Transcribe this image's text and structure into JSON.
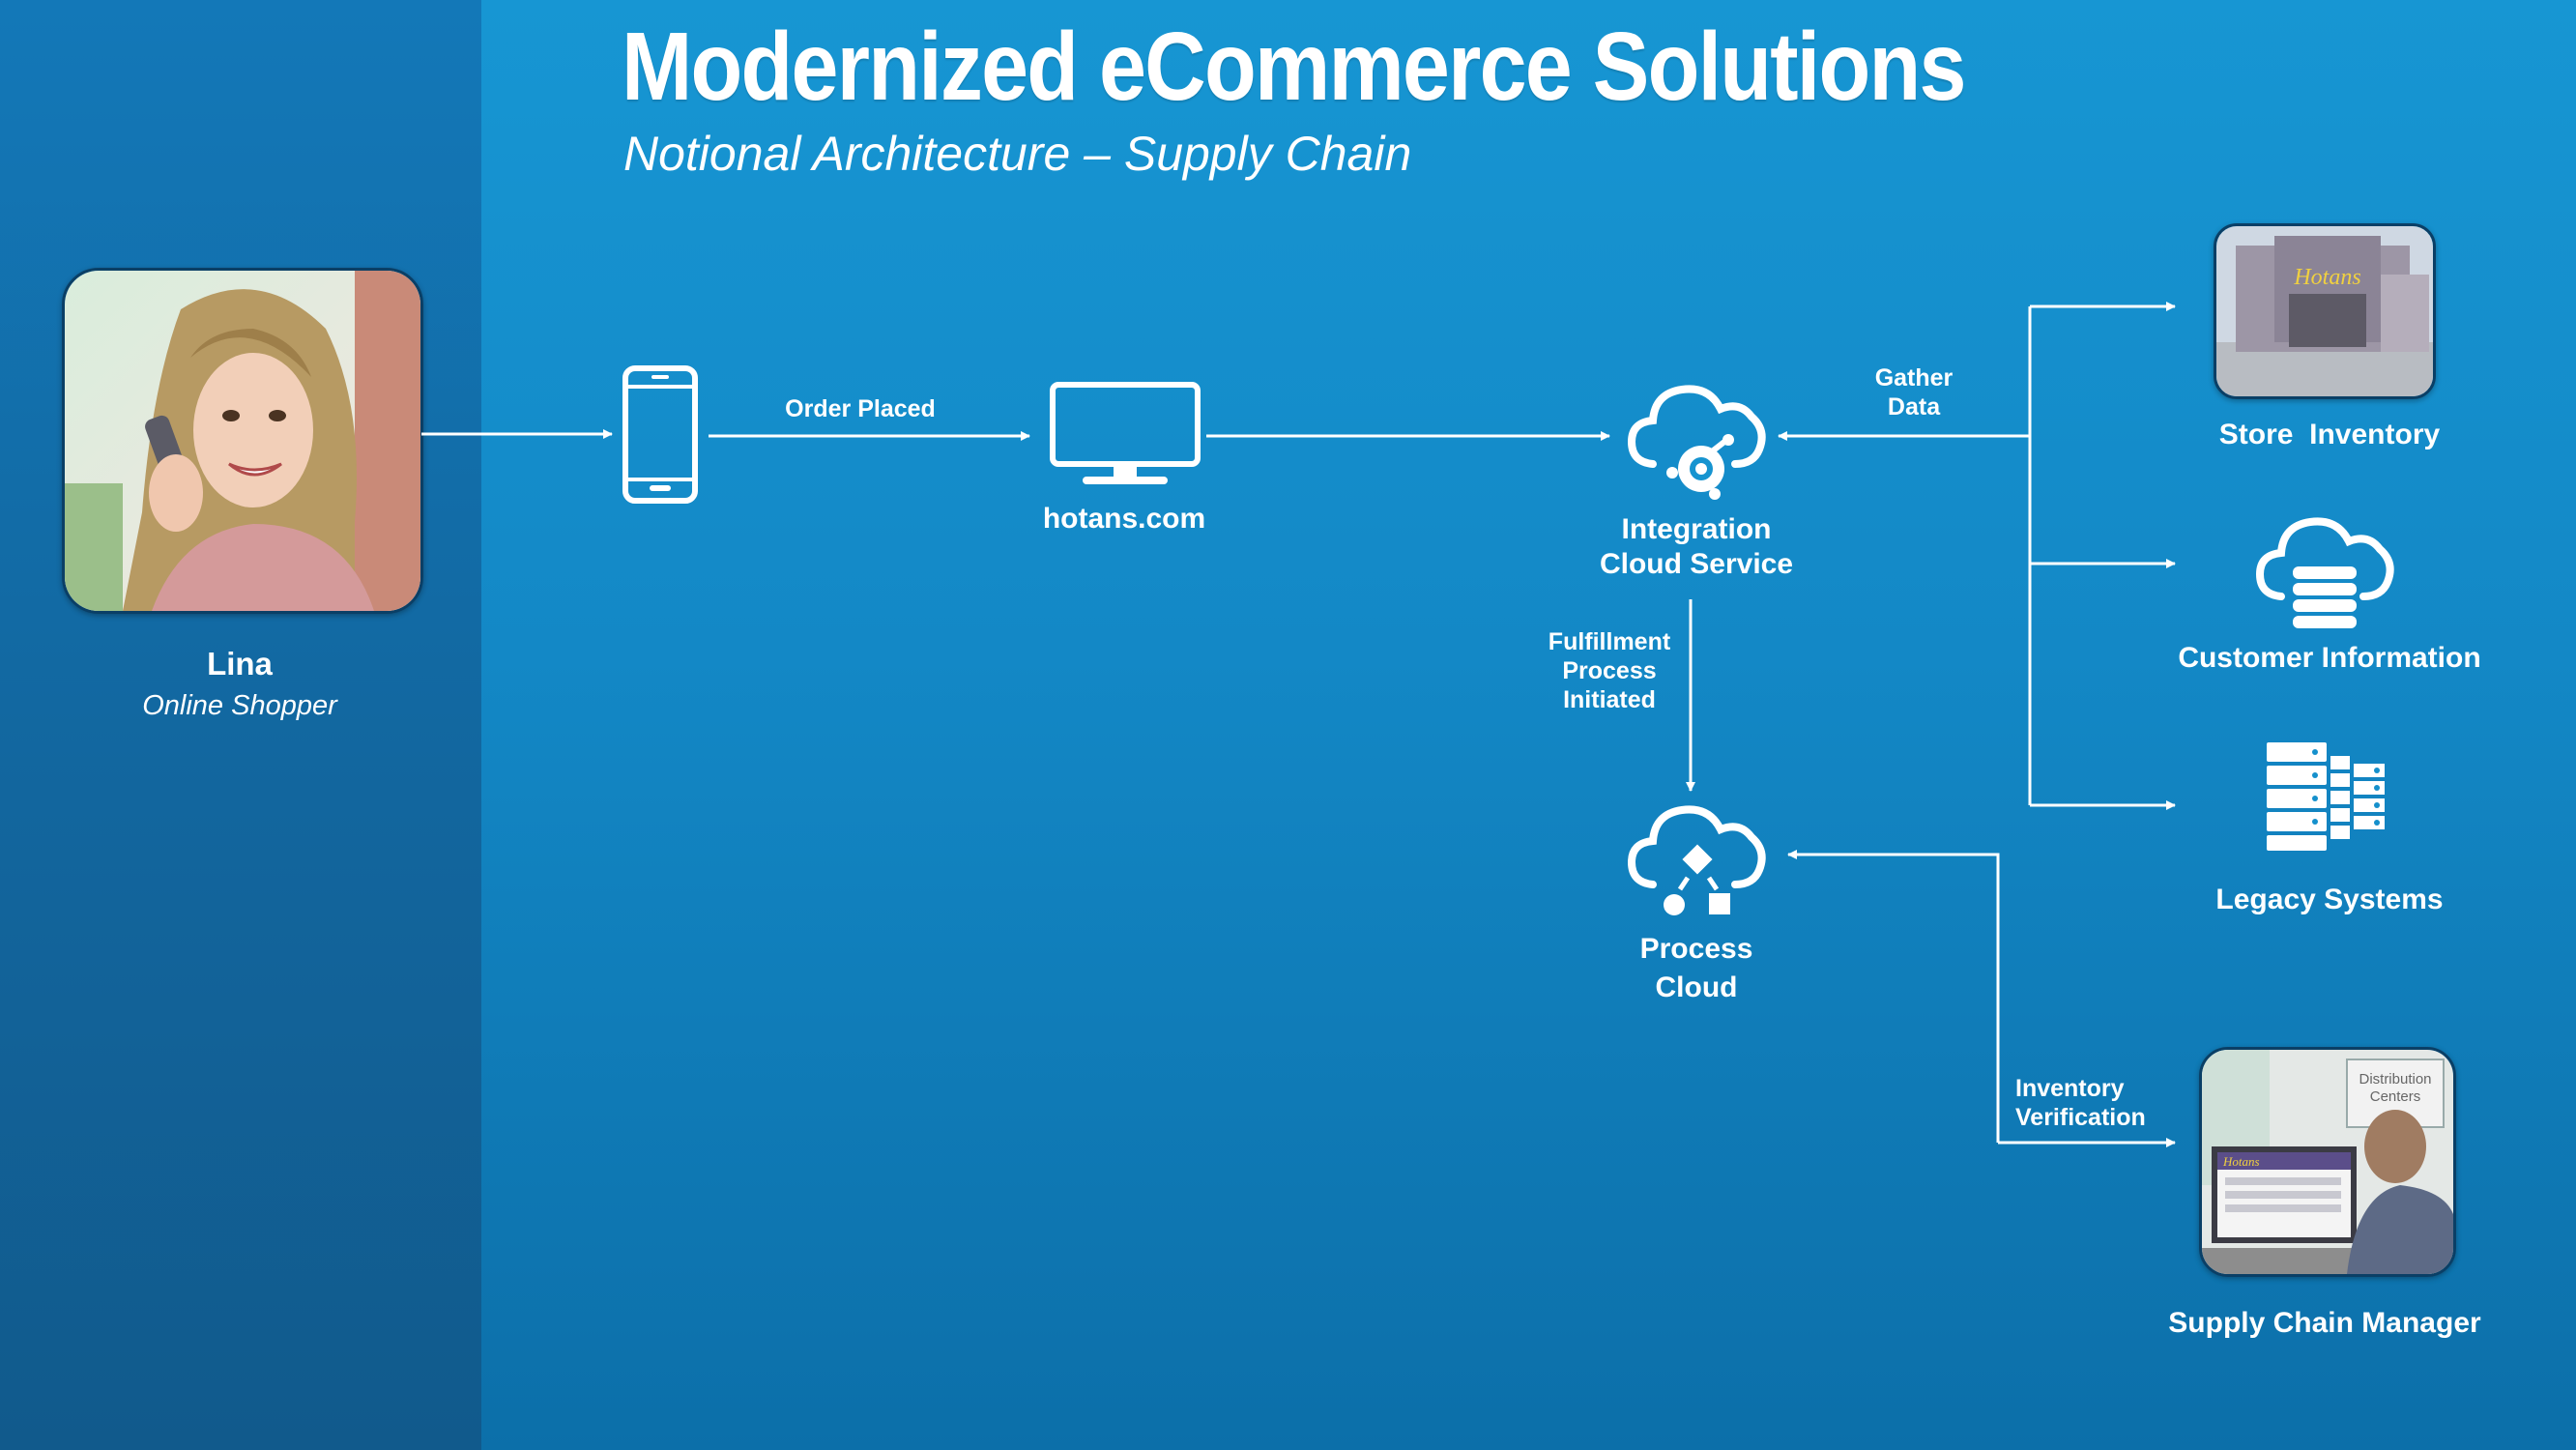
{
  "header": {
    "title": "Modernized eCommerce Solutions",
    "subtitle": "Notional Architecture – Supply Chain"
  },
  "persona": {
    "name": "Lina",
    "role": "Online Shopper"
  },
  "nodes": {
    "website": "hotans.com",
    "integration": [
      "Integration",
      "Cloud Service"
    ],
    "process": [
      "Process",
      "Cloud"
    ],
    "store": "Store  Inventory",
    "store_sign": "Hotans",
    "customer": "Customer Information",
    "legacy": "Legacy Systems",
    "supply_manager": "Supply Chain Manager",
    "distribution_sign": [
      "Distribution",
      "Centers"
    ],
    "monitor_brand": "Hotans"
  },
  "edges": {
    "order_placed": "Order Placed",
    "gather_data": [
      "Gather",
      "Data"
    ],
    "fulfillment": [
      "Fulfillment",
      "Process",
      "Initiated"
    ],
    "inventory_verification": [
      "Inventory",
      "Verification"
    ]
  },
  "colors": {
    "background": "#1796d3",
    "left_panel": "#12669e",
    "line": "#ffffff"
  }
}
